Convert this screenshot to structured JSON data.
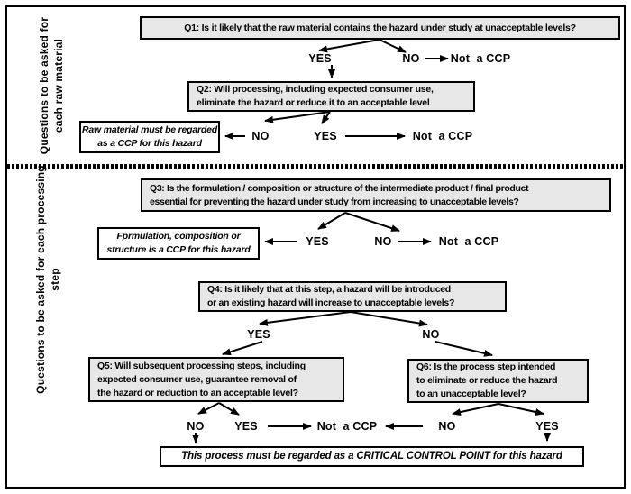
{
  "title": "CCP decision tree",
  "labels": {
    "yes": "YES",
    "no": "NO",
    "not_a_ccp": "Not  a CCP"
  },
  "colors": {
    "box_fill": "#e7e7e7",
    "result_fill": "#ffffff",
    "line": "#000000"
  },
  "sections": {
    "raw_material": {
      "side_label_lines": [
        "Questions to be asked for",
        "each raw material"
      ],
      "q1": {
        "lines": [
          "Q1: Is it likely that the raw material contains the hazard under study at unacceptable levels?"
        ]
      },
      "q2": {
        "lines": [
          "Q2: Will processing, including expected consumer use,",
          "eliminate the hazard or reduce it to an acceptable level"
        ]
      },
      "raw_material_result": {
        "lines": [
          "Raw material must be regarded",
          "as a CCP for this hazard"
        ]
      }
    },
    "processing_step": {
      "side_label": "Questions to be asked for each processing step",
      "q3": {
        "lines": [
          "Q3: Is the formulation / composition or structure of the intermediate product / final product",
          "essential for preventing the hazard under study from increasing to unacceptable levels?"
        ]
      },
      "q4": {
        "lines": [
          "Q4: Is it likely that at this step, a hazard will be introduced",
          "or an existing hazard will increase to unacceptable levels?"
        ]
      },
      "q5": {
        "lines": [
          "Q5: Will subsequent processing steps, including",
          "expected consumer use, guarantee removal of",
          "the hazard or reduction to an acceptable level?"
        ]
      },
      "q6": {
        "lines": [
          "Q6: Is the process step intended",
          "to eliminate or reduce the hazard",
          "to an unacceptable level?"
        ]
      },
      "formulation_result": {
        "lines": [
          "Fprmulation, composition or",
          "structure is a CCP for this hazard"
        ]
      },
      "final_result": "This process must be regarded as a CRITICAL CONTROL POINT for this hazard"
    }
  }
}
